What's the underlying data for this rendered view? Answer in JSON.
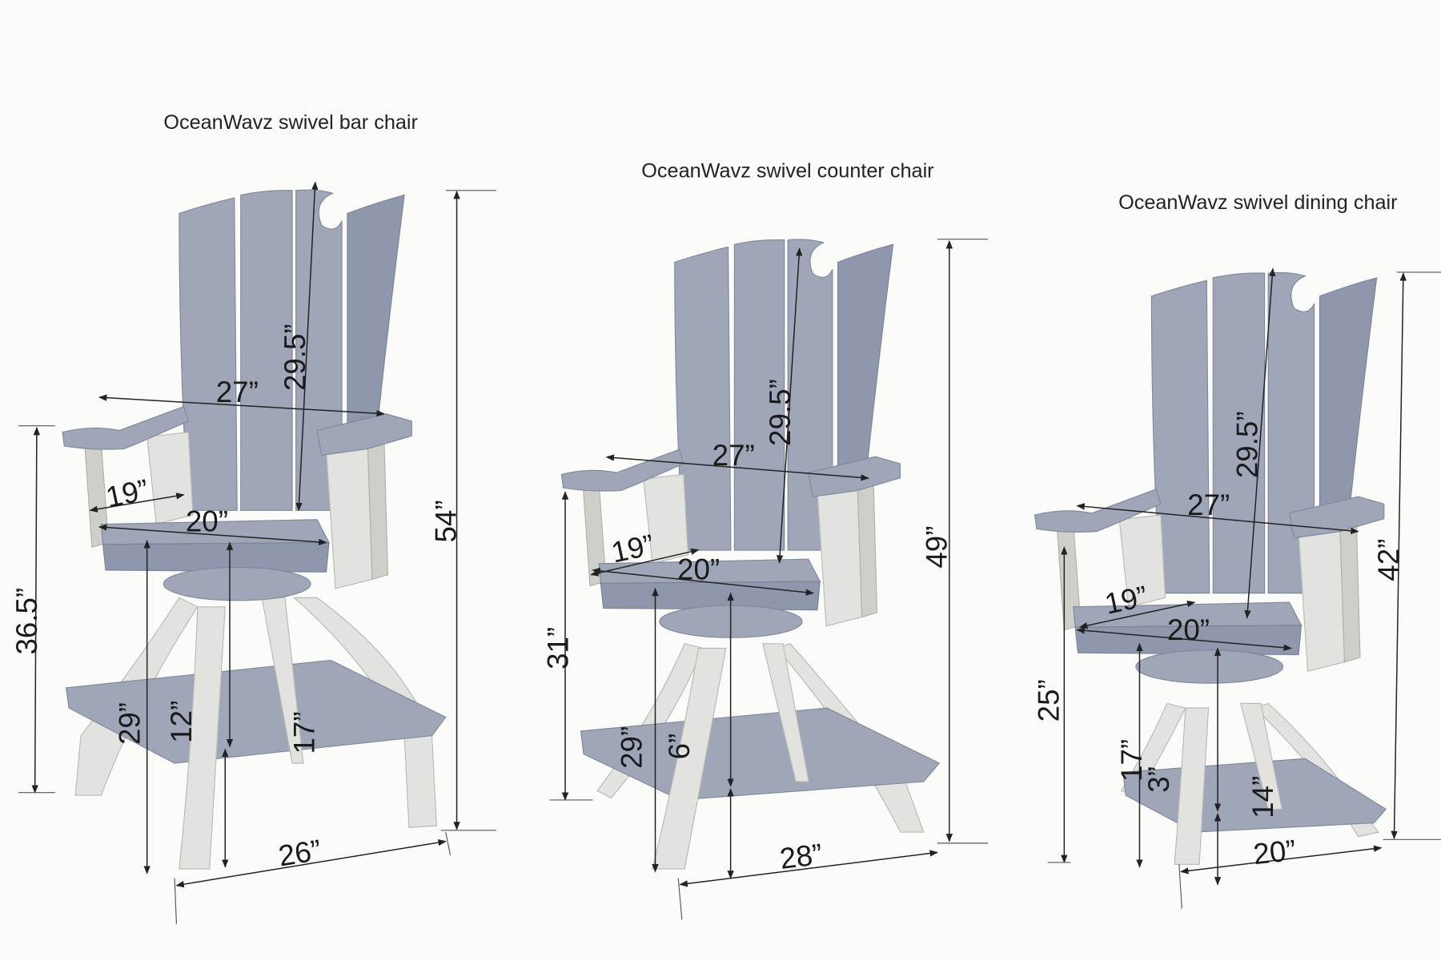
{
  "chairs": [
    {
      "title": "OceanWavz swivel bar chair",
      "dims": {
        "width_back": "27”",
        "back_height": "29.5”",
        "seat_depth": "19”",
        "seat_width": "20”",
        "arm_height": "36.5”",
        "overall_height": "54”",
        "seat_height": "29”",
        "seat_to_footrest": "12”",
        "footrest_height": "17”",
        "base_width": "26”"
      }
    },
    {
      "title": "OceanWavz swivel counter chair",
      "dims": {
        "width_back": "27”",
        "back_height": "29.5”",
        "seat_depth": "19”",
        "seat_width": "20”",
        "arm_height": "31”",
        "overall_height": "49”",
        "seat_height": "29”",
        "seat_to_footrest": "6”",
        "base_width": "28”"
      }
    },
    {
      "title": "OceanWavz swivel dining chair",
      "dims": {
        "width_back": "27”",
        "back_height": "29.5”",
        "seat_depth": "19”",
        "seat_width": "20”",
        "arm_height": "25”",
        "overall_height": "42”",
        "seat_height": "17”",
        "seat_to_footrest": "3”",
        "footrest_height": "14”",
        "base_width": "20”"
      }
    }
  ],
  "colors": {
    "slat": "#9ea6b8",
    "frame": "#e2e2de"
  }
}
